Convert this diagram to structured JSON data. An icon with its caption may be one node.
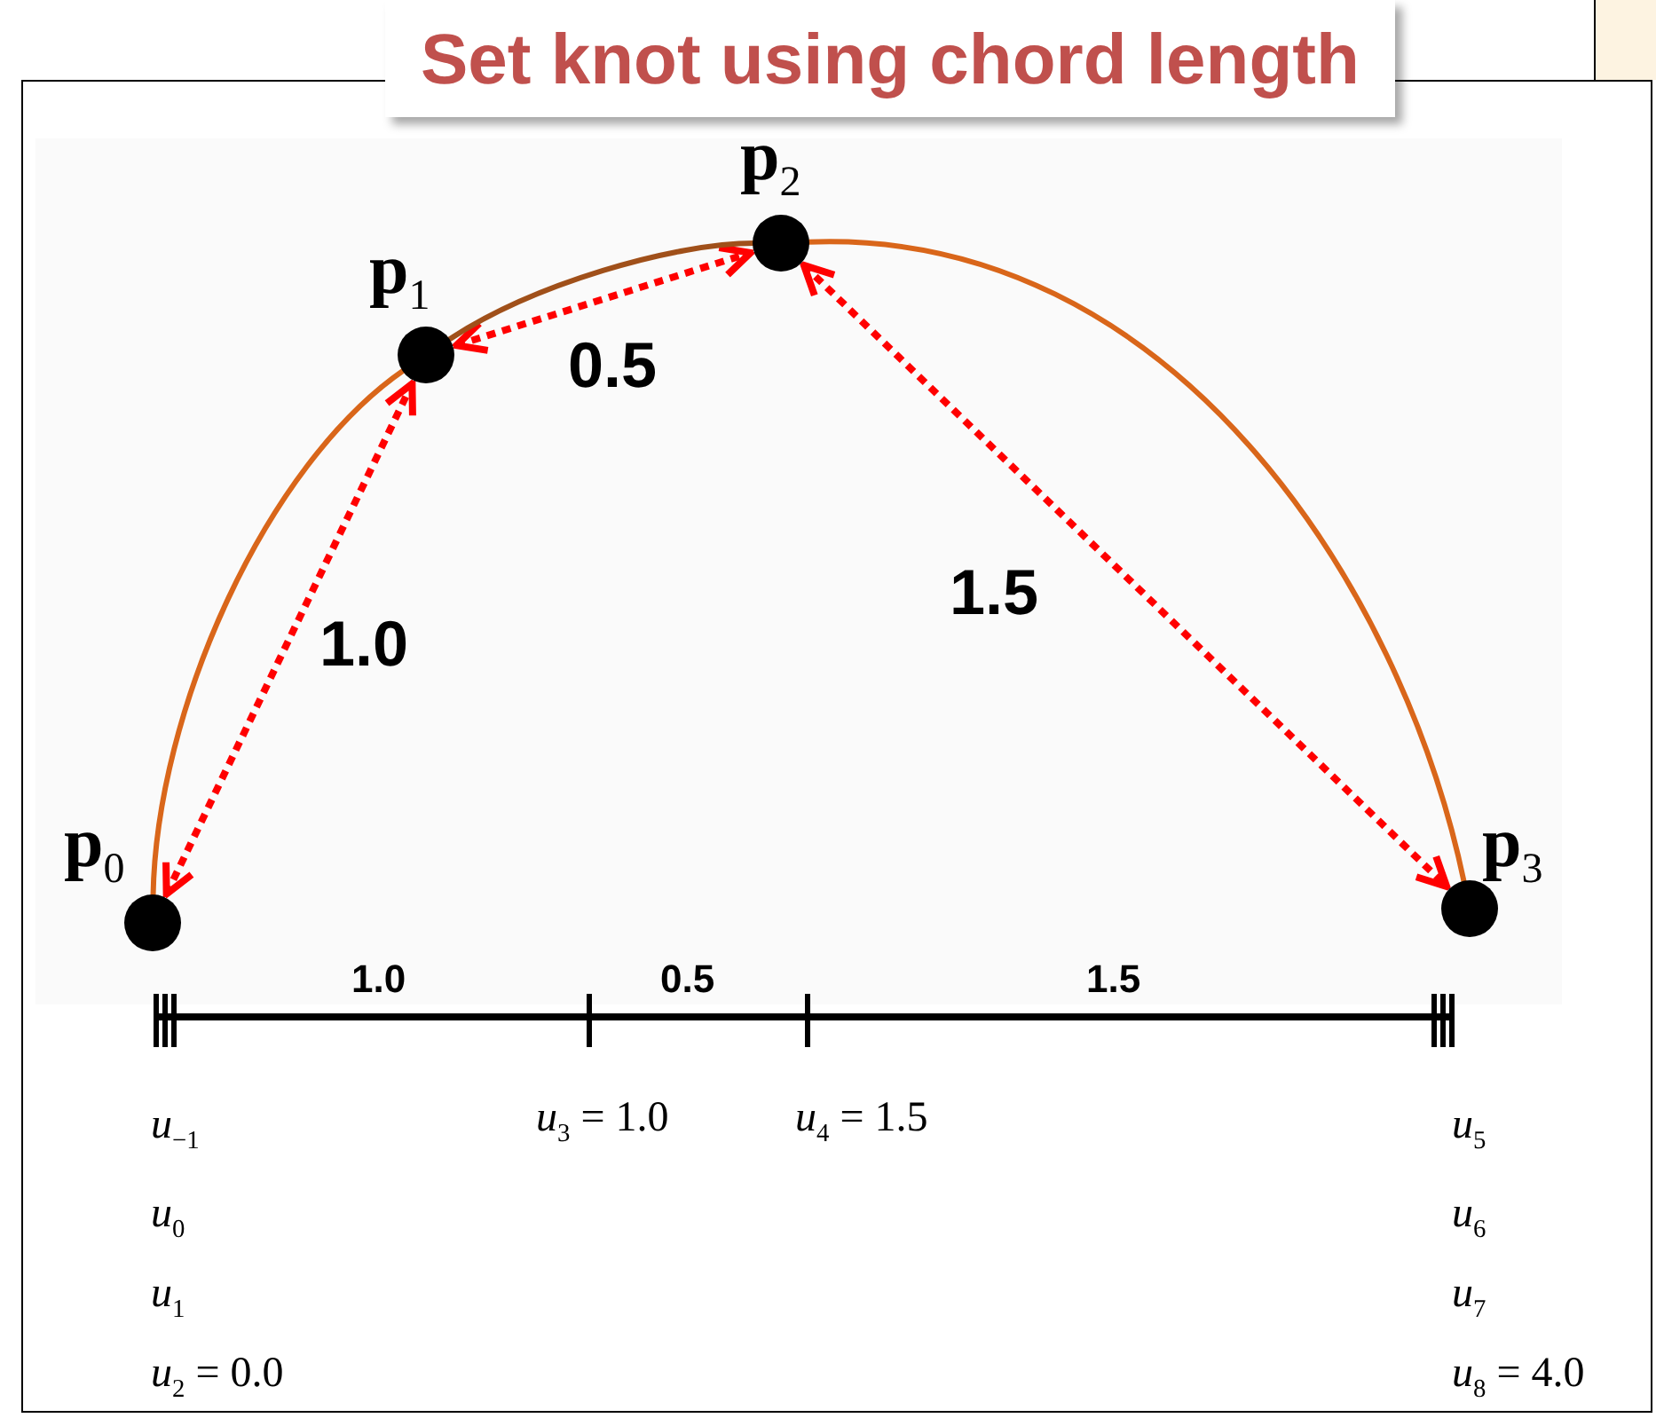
{
  "diagram": {
    "title": "Set knot using chord length",
    "nodes": [
      {
        "text": [],
        "shape": "circle",
        "beside": [
          "**p**$_{0}$"
        ]
      },
      {
        "text": [],
        "shape": "circle",
        "beside": [
          "**p**$_{1}$"
        ]
      },
      {
        "text": [],
        "shape": "circle",
        "beside": [
          "**p**$_{2}$"
        ]
      },
      {
        "text": [],
        "shape": "circle",
        "beside": [
          "**p**$_{3}$"
        ]
      }
    ],
    "edges": [
      {
        "from": 0,
        "to": 1,
        "arrow": "both",
        "label": "1.0",
        "style": "dashed"
      },
      {
        "from": 1,
        "to": 2,
        "arrow": "both",
        "label": "0.5",
        "style": "dashed"
      },
      {
        "from": 2,
        "to": 3,
        "arrow": "both",
        "label": "1.5",
        "style": "dashed"
      },
      {
        "from": 0,
        "to": 1,
        "arrow": "none",
        "color": "#d9661a"
      },
      {
        "from": 1,
        "to": 2,
        "arrow": "none",
        "color": "#a0501a"
      },
      {
        "from": 2,
        "to": 3,
        "arrow": "none",
        "color": "#d9661a"
      }
    ],
    "labels": [
      "1.0",
      "0.5",
      "1.5",
      "*u*$_{−1}$",
      "*u*$_{3}$ = 1.0",
      "*u*$_{4}$ = 1.5",
      "*u*$_{5}$",
      "*u*$_{0}$",
      "*u*$_{6}$",
      "*u*$_{1}$",
      "*u*$_{7}$",
      "*u*$_{2}$ = 0.0",
      "*u*$_{8}$ = 4.0"
    ]
  }
}
